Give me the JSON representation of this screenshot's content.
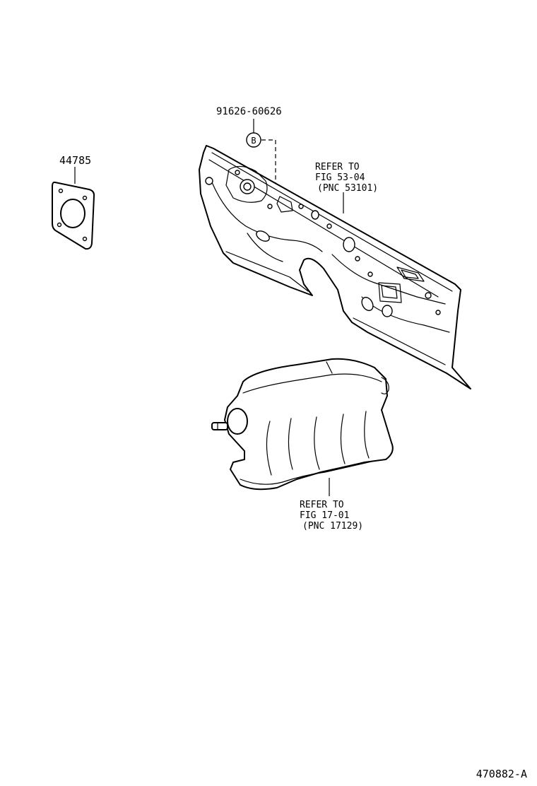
{
  "labels": {
    "bolt_part_no": "91626-60626",
    "bolt_callout": "B",
    "gasket_part_no": "44785",
    "dash_refer": [
      "REFER TO",
      "FIG 53-04",
      "(PNC 53101)"
    ],
    "manifold_refer": [
      "REFER TO",
      "FIG 17-01",
      "(PNC 17129)"
    ],
    "figure_id": "470882-A"
  }
}
